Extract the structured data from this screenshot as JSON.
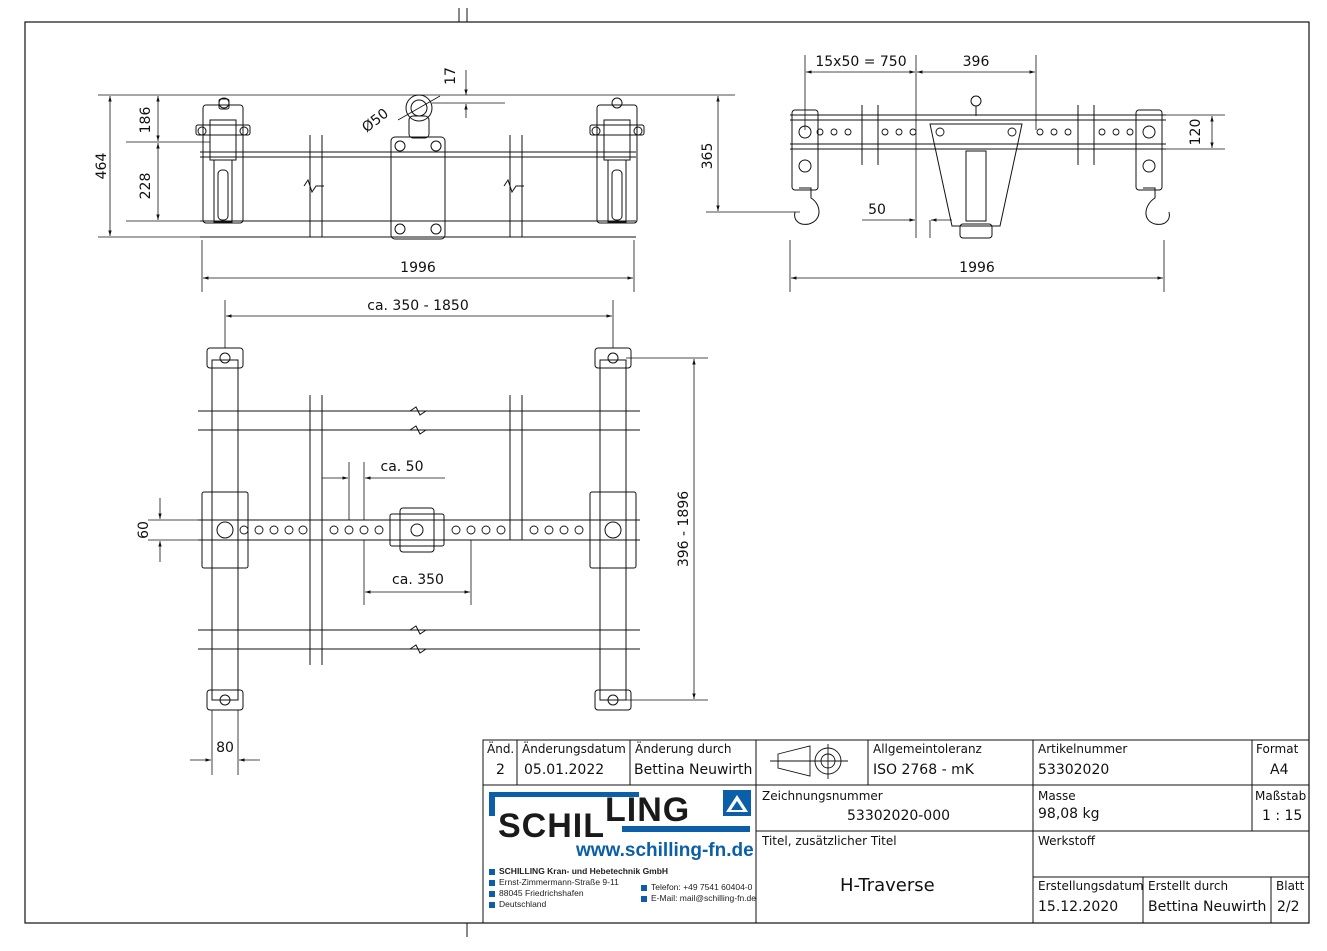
{
  "dimensions": {
    "total_height": "464",
    "upper_height": "186",
    "lower_height": "228",
    "ring_diameter": "Ø50",
    "ring_offset": "17",
    "width_front": "1996",
    "hole_pattern": "15x50 = 750",
    "center_spacing": "396",
    "hook_height": "365",
    "beam_height": "120",
    "hook_offset": "50",
    "width_side": "1996",
    "adjust_range": "ca. 350 - 1850",
    "hole_pitch": "ca. 50",
    "beam_width": "60",
    "center_block": "ca. 350",
    "length_range": "396 - 1896",
    "foot_width": "80"
  },
  "title_block": {
    "col_rev": "Änd.",
    "col_rev_date": "Änderungsdatum",
    "col_changed_by": "Änderung durch",
    "rev": "2",
    "rev_date": "05.01.2022",
    "changed_by": "Bettina Neuwirth",
    "tolerance_label": "Allgemeintoleranz",
    "tolerance": "ISO 2768 - mK",
    "article_label": "Artikelnummer",
    "article": "53302020",
    "format_label": "Format",
    "format": "A4",
    "drawing_no_label": "Zeichnungsnummer",
    "drawing_no": "53302020-000",
    "mass_label": "Masse",
    "mass": "98,08 kg",
    "scale_label": "Maßstab",
    "scale": "1 : 15",
    "title_label": "Titel, zusätzlicher Titel",
    "title": "H-Traverse",
    "material_label": "Werkstoff",
    "material": "",
    "created_date_label": "Erstellungsdatum",
    "created_date": "15.12.2020",
    "created_by_label": "Erstellt durch",
    "created_by": "Bettina Neuwirth",
    "sheet_label": "Blatt",
    "sheet": "2/2"
  },
  "company": {
    "logo_part1": "SCHIL",
    "logo_part2": "LING",
    "website": "www.schilling-fn.de",
    "name": "SCHILLING Kran- und Hebetechnik GmbH",
    "street": "Ernst-Zimmermann-Straße 9-11",
    "city": "88045 Friedrichshafen",
    "country": "Deutschland",
    "phone": "Telefon: +49 7541 60404-0",
    "email": "E-Mail: mail@schilling-fn.de",
    "brand_color": "#0a5fa8"
  }
}
